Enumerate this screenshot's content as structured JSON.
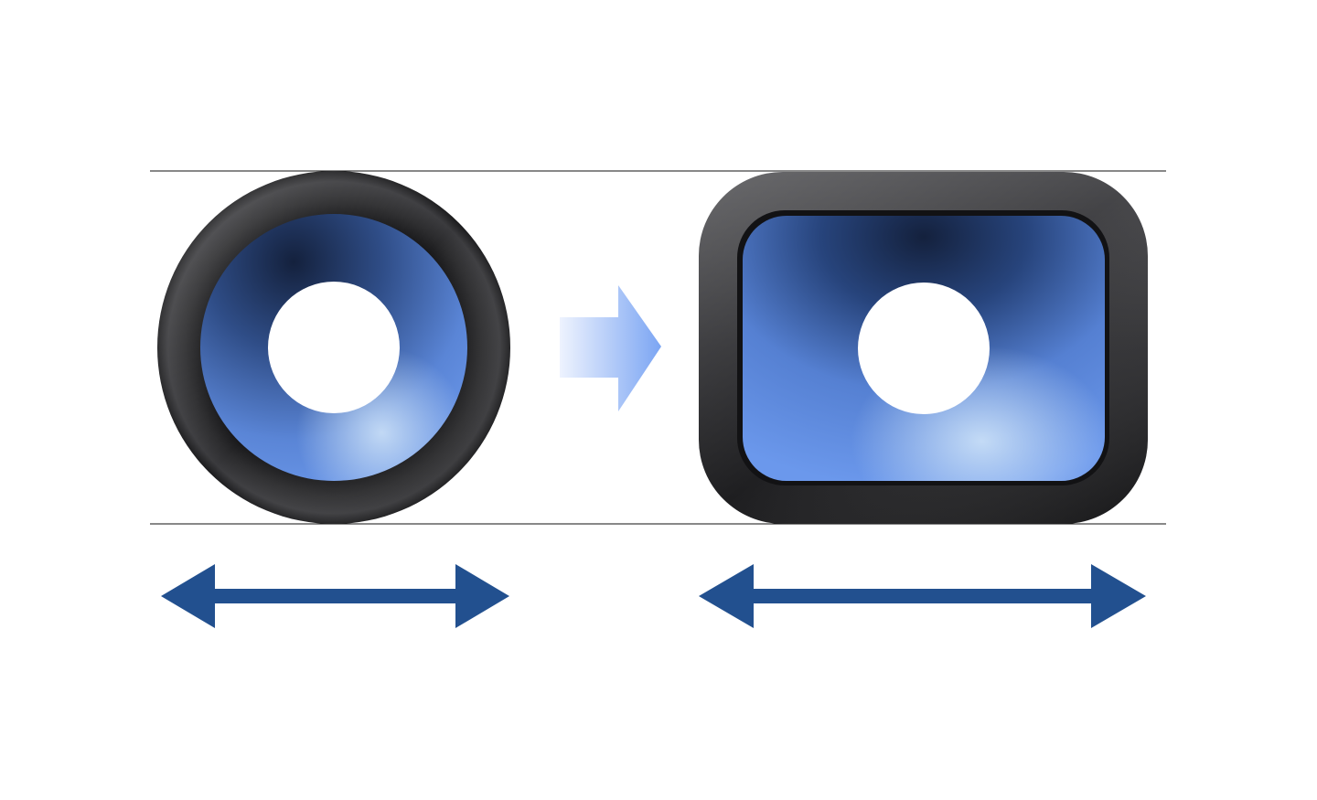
{
  "diagram": {
    "guide_line_color": "#111111",
    "surround_color": "#2a2a2c",
    "cone_colors": {
      "deep": "#14213d",
      "mid": "#4a70bd",
      "light": "#6e9bee",
      "highlight": "#c7ddf6"
    },
    "dust_cap_color": "#ffffff",
    "transition_arrow_colors": {
      "start": "#eef3fe",
      "end": "#7ba5f3"
    },
    "width_arrow_color": "#22508f",
    "items": [
      {
        "name": "round-speaker",
        "shape": "circle",
        "icon": "round-speaker-icon"
      },
      {
        "name": "rectangular-speaker",
        "shape": "rounded-rectangle",
        "icon": "rectangular-speaker-icon"
      }
    ],
    "transition_icon": "right-arrow-icon",
    "width_indicator_icon": "double-headed-arrow-icon"
  }
}
